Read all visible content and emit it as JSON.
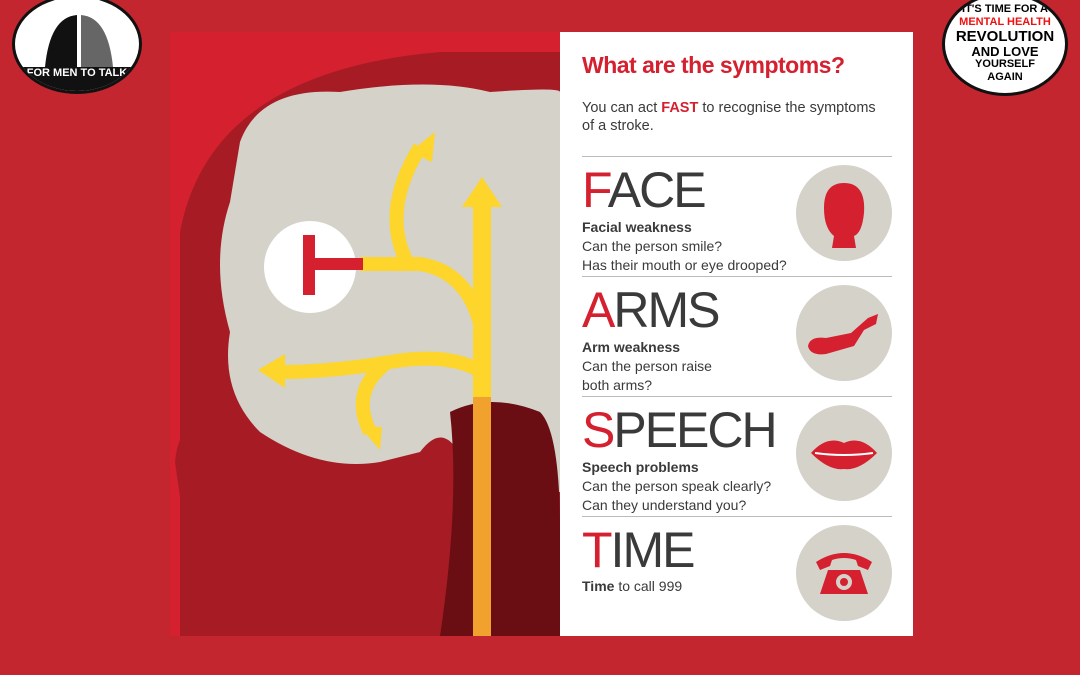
{
  "logo_left": {
    "text": "FOR MEN TO TALK"
  },
  "logo_right": {
    "line1": "IT'S TIME FOR A",
    "line2": "MENTAL HEALTH",
    "line3": "REVOLUTION",
    "line4": "AND LOVE",
    "line5": "YOURSELF",
    "line6": "AGAIN"
  },
  "panel": {
    "title": "What are the symptoms?",
    "intro_pre": "You can act ",
    "intro_bold": "FAST",
    "intro_post": " to recognise the symptoms of a stroke.",
    "sections": [
      {
        "first": "F",
        "rest": "ACE",
        "subtitle": "Facial weakness",
        "desc": [
          "Can the person smile?",
          "Has their mouth or eye drooped?"
        ],
        "icon": "face-icon"
      },
      {
        "first": "A",
        "rest": "RMS",
        "subtitle": "Arm weakness",
        "desc": [
          "Can the person raise",
          "both arms?"
        ],
        "icon": "arm-icon"
      },
      {
        "first": "S",
        "rest": "PEECH",
        "subtitle": "Speech problems",
        "desc": [
          "Can the person speak clearly?",
          "Can they understand you?"
        ],
        "icon": "lips-icon"
      },
      {
        "first": "T",
        "rest": "IME",
        "subtitle": "Time",
        "desc_post": " to call 999",
        "icon": "telephone-icon"
      }
    ]
  },
  "colors": {
    "background": "#c3262f",
    "accent": "#d4202f",
    "arrow": "#fed52a",
    "icon_bg": "#d4d2c9"
  }
}
